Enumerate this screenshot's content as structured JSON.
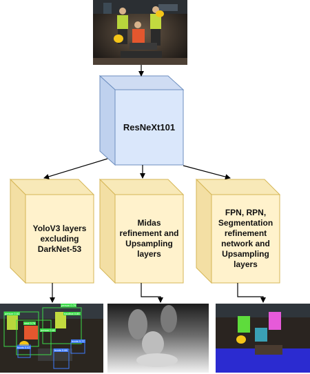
{
  "backbone": {
    "label": "ResNeXt101"
  },
  "heads": [
    {
      "id": "yolo",
      "label": "YoloV3 layers\nexcluding\nDarkNet-53"
    },
    {
      "id": "midas",
      "label": "Midas\nrefinement and\nUpsampling\nlayers"
    },
    {
      "id": "seg",
      "label": "FPN, RPN,\nSegmentation\nrefinement\nnetwork and\nUpsampling\nlayers"
    }
  ],
  "detections": [
    {
      "label": "person",
      "score": "0.82"
    },
    {
      "label": "person",
      "score": "0.79"
    },
    {
      "label": "person",
      "score": "0.82"
    },
    {
      "label": "hardhat",
      "score": "0.85"
    },
    {
      "label": "vest",
      "score": "0.79"
    },
    {
      "label": "boots",
      "score": "0.77"
    },
    {
      "label": "boots",
      "score": "0.86"
    },
    {
      "label": "boots",
      "score": "0.62"
    }
  ],
  "colors": {
    "backbone_front": "#dae7fb",
    "backbone_side": "#bfd1ee",
    "backbone_stroke": "#6c8ebf",
    "head_front": "#fff2cc",
    "head_side": "#f3dfa4",
    "head_stroke": "#d6b656",
    "arrow": "#000000"
  }
}
